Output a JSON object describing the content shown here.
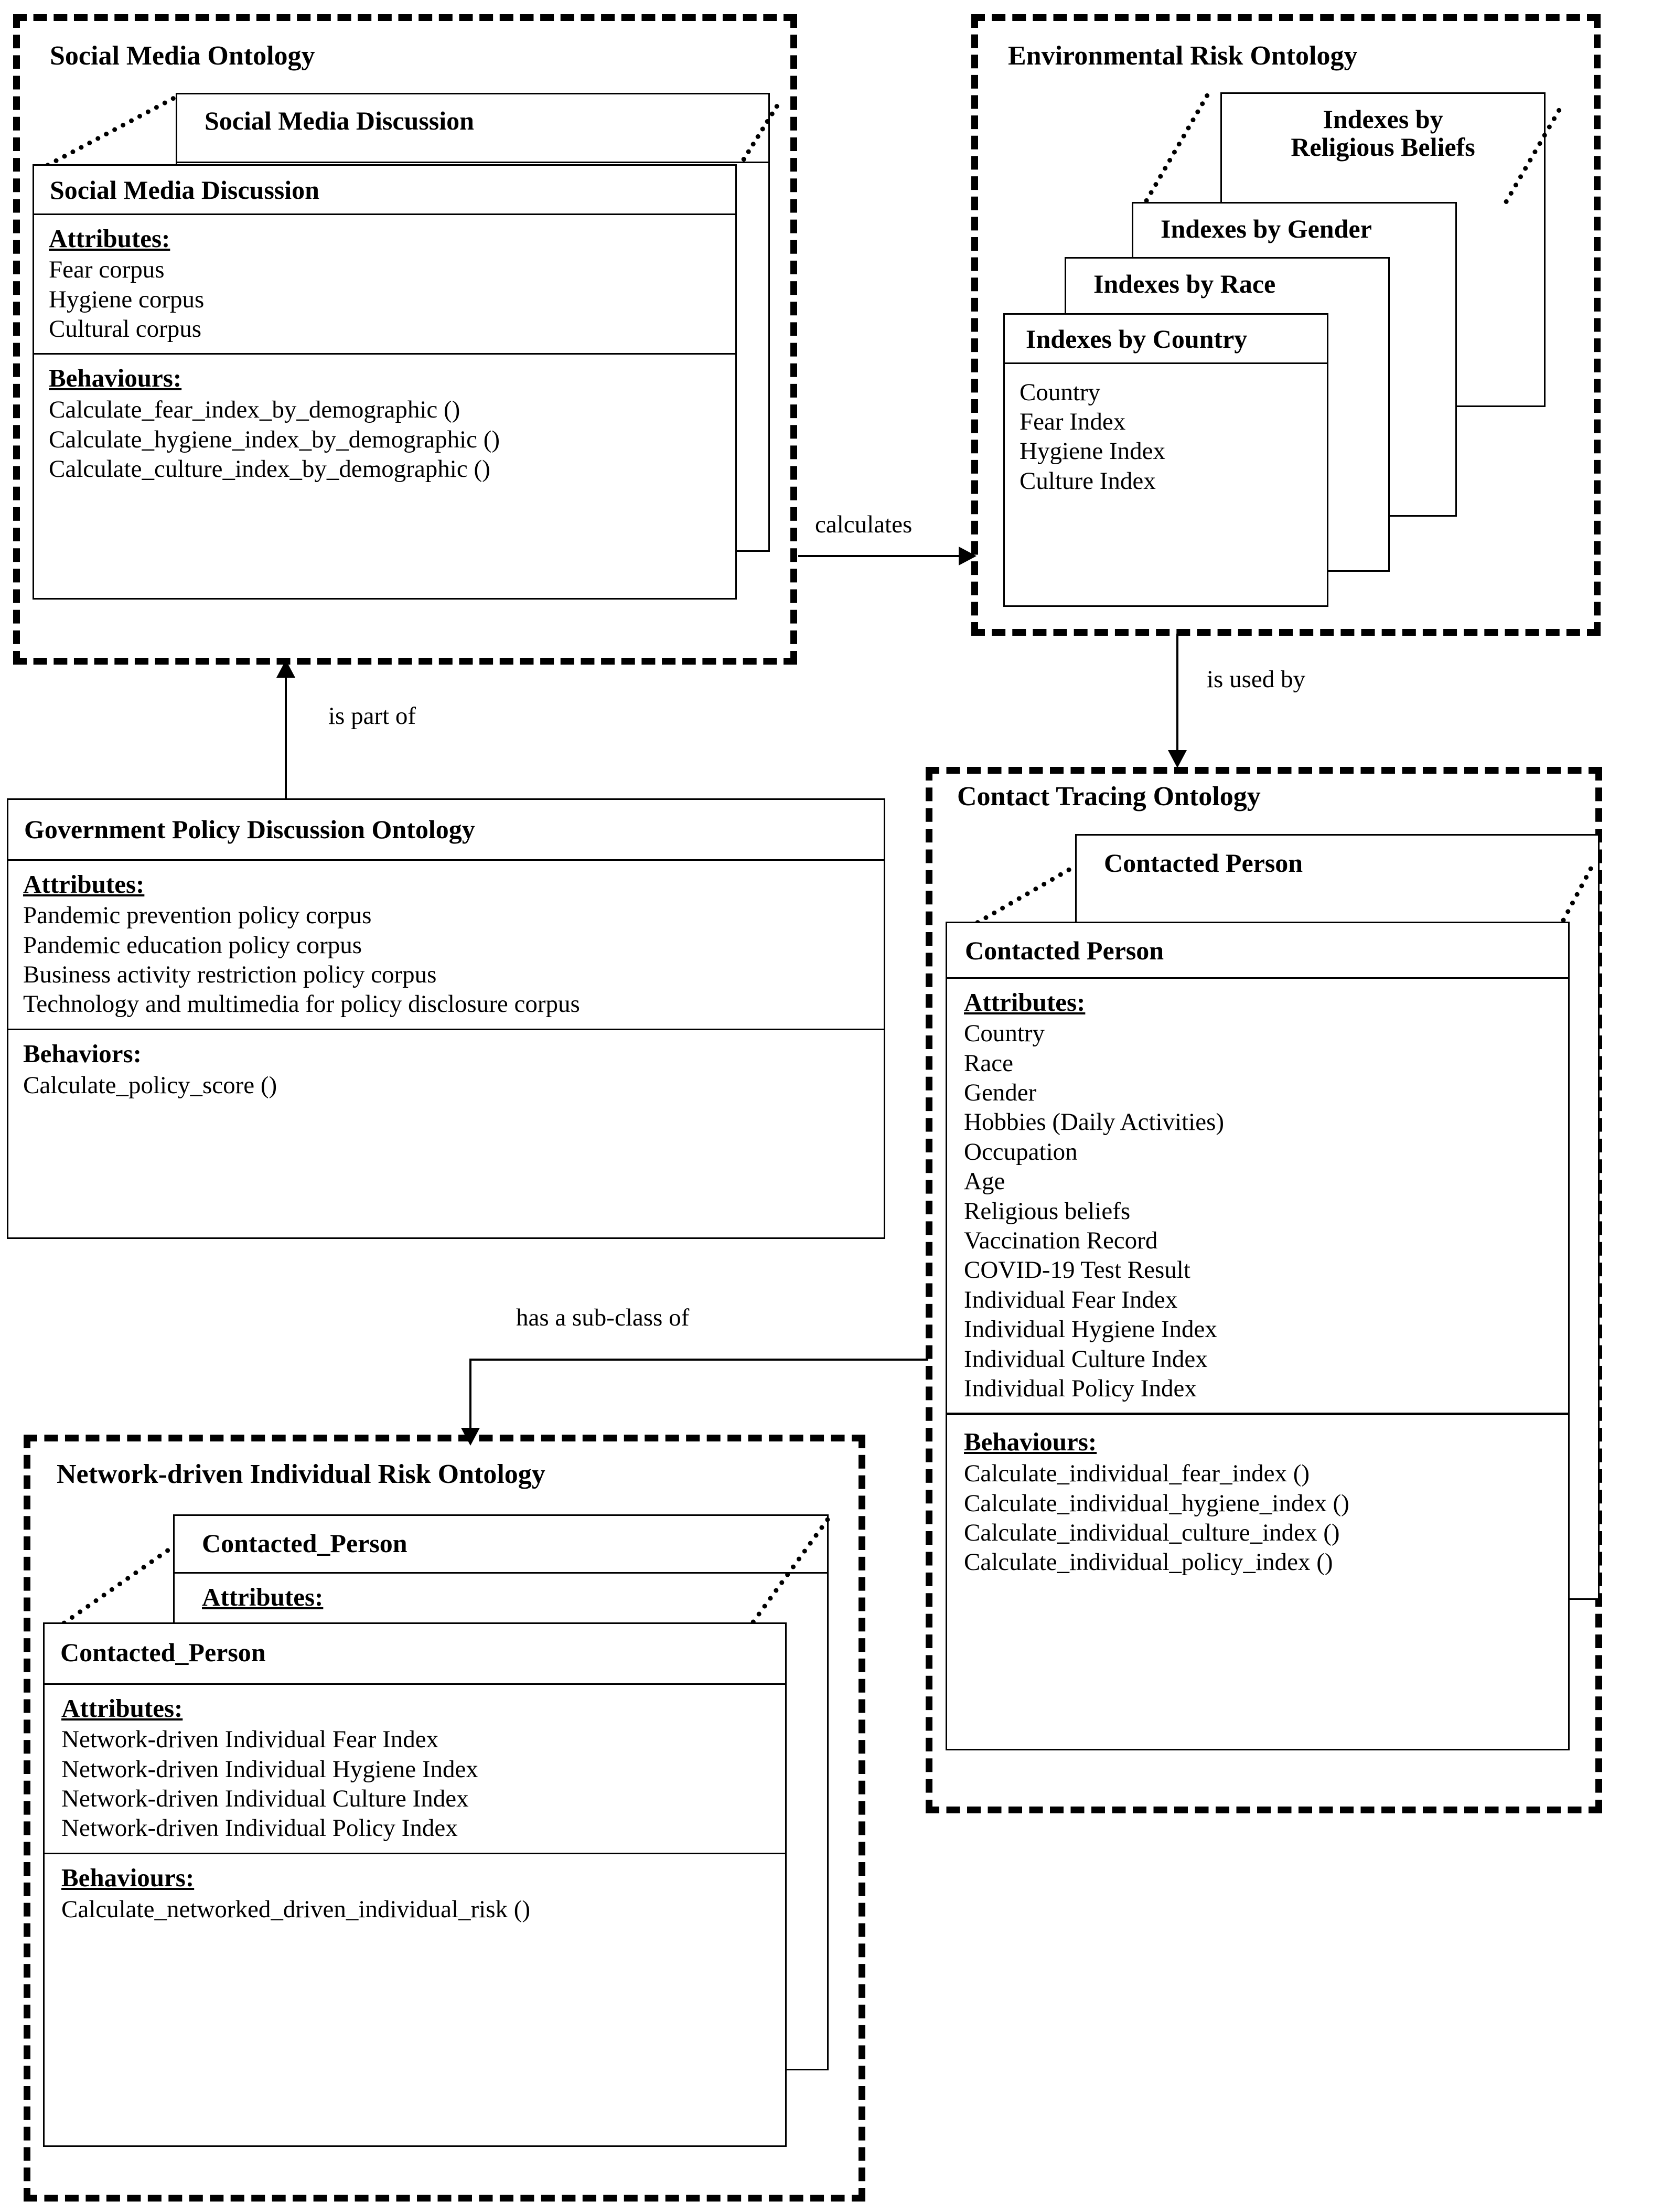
{
  "diagram": {
    "type": "uml-class-ontology-diagram",
    "packages": [
      {
        "id": "social_media",
        "title": "Social Media Ontology",
        "stack_labels": [
          "Social Media Discussion"
        ],
        "main_class": {
          "name": "Social Media Discussion",
          "attributes_header": "Attributes:",
          "attributes": [
            "Fear corpus",
            "Hygiene corpus",
            "Cultural corpus"
          ],
          "behaviours_header": "Behaviours:",
          "behaviours": [
            "Calculate_fear_index_by_demographic ()",
            "Calculate_hygiene_index_by_demographic ()",
            "Calculate_culture_index_by_demographic ()"
          ]
        }
      },
      {
        "id": "environmental_risk",
        "title": "Environmental Risk Ontology",
        "stack_labels": [
          "Indexes by\nReligious Beliefs",
          "Indexes by Gender",
          "Indexes by Race"
        ],
        "main_class": {
          "name": "Indexes by Country",
          "attributes_header": "",
          "attributes": [
            "Country",
            "Fear Index",
            "Hygiene Index",
            "Culture Index"
          ],
          "behaviours_header": "",
          "behaviours": []
        }
      },
      {
        "id": "contact_tracing",
        "title": "Contact Tracing Ontology",
        "stack_labels": [
          "Contacted Person"
        ],
        "main_class": {
          "name": "Contacted Person",
          "attributes_header": "Attributes:",
          "attributes": [
            "Country",
            "Race",
            "Gender",
            "Hobbies (Daily Activities)",
            "Occupation",
            "Age",
            "Religious beliefs",
            "Vaccination Record",
            "COVID-19 Test Result",
            "Individual Fear Index",
            "Individual Hygiene Index",
            "Individual Culture Index",
            "Individual Policy Index"
          ],
          "behaviours_header": "Behaviours:",
          "behaviours": [
            "Calculate_individual_fear_index ()",
            "Calculate_individual_hygiene_index ()",
            "Calculate_individual_culture_index ()",
            "Calculate_individual_policy_index ()"
          ]
        }
      },
      {
        "id": "network_driven",
        "title": "Network-driven Individual Risk Ontology",
        "stack_labels": [
          "Contacted_Person"
        ],
        "stack_sub_header": "Attributes:",
        "main_class": {
          "name": "Contacted_Person",
          "attributes_header": "Attributes:",
          "attributes": [
            "Network-driven Individual Fear Index",
            "Network-driven Individual Hygiene Index",
            "Network-driven Individual Culture Index",
            "Network-driven Individual Policy Index"
          ],
          "behaviours_header": "Behaviours:",
          "behaviours": [
            "Calculate_networked_driven_individual_risk ()"
          ]
        }
      }
    ],
    "standalone_classes": [
      {
        "id": "government_policy",
        "name": "Government Policy Discussion Ontology",
        "attributes_header": "Attributes:",
        "attributes": [
          "Pandemic prevention policy corpus",
          "Pandemic education policy corpus",
          "Business activity restriction policy corpus",
          "Technology and multimedia for policy disclosure corpus"
        ],
        "behaviours_header": "Behaviors:",
        "behaviours": [
          "Calculate_policy_score ()"
        ]
      }
    ],
    "relationships": [
      {
        "id": "calculates",
        "label": "calculates",
        "from": "social_media",
        "to": "environmental_risk",
        "direction": "right"
      },
      {
        "id": "is_used_by",
        "label": "is used by",
        "from": "environmental_risk",
        "to": "contact_tracing",
        "direction": "down"
      },
      {
        "id": "is_part_of",
        "label": "is part of",
        "from": "government_policy",
        "to": "social_media",
        "direction": "up"
      },
      {
        "id": "has_a_sub_class_of",
        "label": "has a sub-class of",
        "from": "contact_tracing",
        "to": "network_driven",
        "direction": "down-left"
      }
    ],
    "colors": {
      "stroke": "#000000",
      "background": "#ffffff"
    }
  }
}
